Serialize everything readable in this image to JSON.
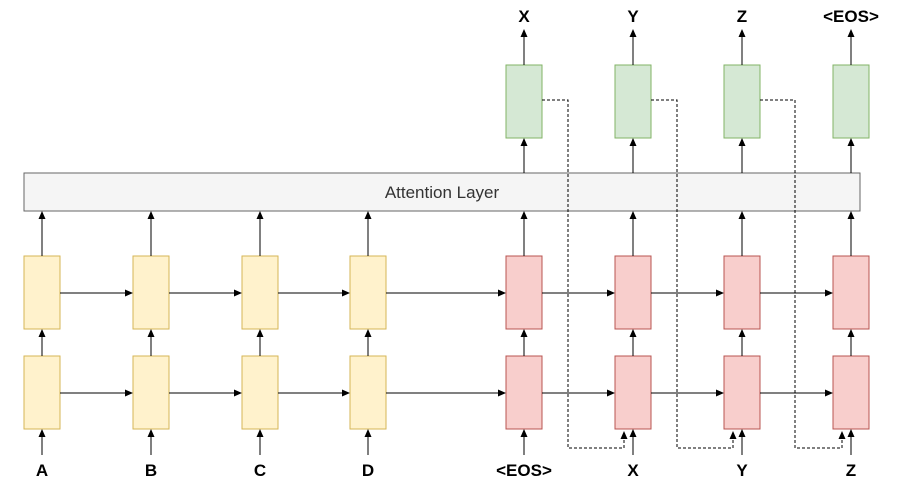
{
  "attention_label": "Attention Layer",
  "encoder_inputs": [
    "A",
    "B",
    "C",
    "D"
  ],
  "decoder_inputs": [
    "<EOS>",
    "X",
    "Y",
    "Z"
  ],
  "outputs": [
    "X",
    "Y",
    "Z",
    "<EOS>"
  ],
  "colors": {
    "encoder_fill": "#fff2cc",
    "encoder_stroke": "#d6b656",
    "decoder_fill": "#f8cecc",
    "decoder_stroke": "#b85450",
    "output_fill": "#d5e8d4",
    "output_stroke": "#82b366",
    "attention_fill": "#f5f5f5",
    "attention_stroke": "#666666"
  }
}
